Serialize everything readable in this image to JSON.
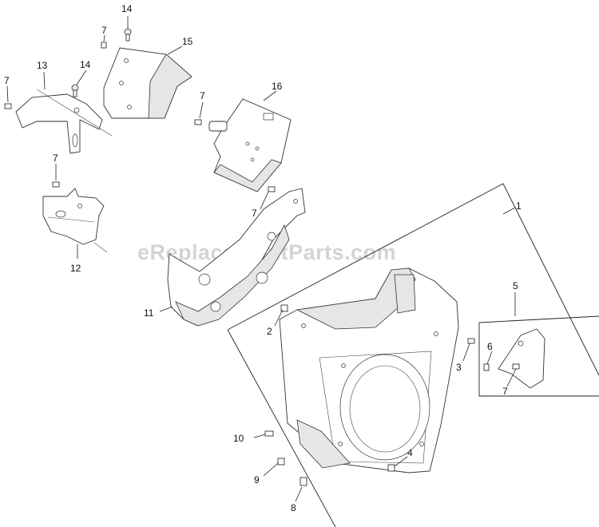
{
  "watermark": "eReplacementParts.com",
  "callouts": {
    "c1": "1",
    "c2": "2",
    "c3": "3",
    "c4": "4",
    "c5": "5",
    "c6": "6",
    "c7a": "7",
    "c7b": "7",
    "c7c": "7",
    "c7d": "7",
    "c7e": "7",
    "c7f": "7",
    "c8": "8",
    "c9": "9",
    "c10": "10",
    "c11": "11",
    "c12": "12",
    "c13": "13",
    "c14a": "14",
    "c14b": "14",
    "c15": "15",
    "c16": "16"
  }
}
